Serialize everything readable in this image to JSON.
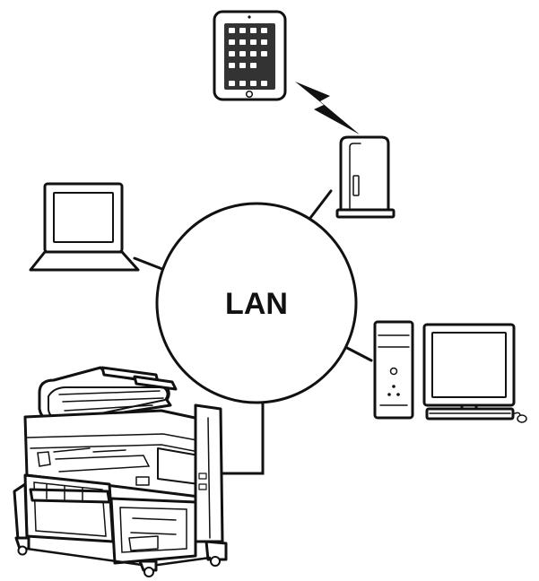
{
  "diagram": {
    "hub": {
      "label": "LAN"
    },
    "devices": [
      {
        "id": "tablet",
        "icon": "tablet-icon"
      },
      {
        "id": "wireless-router",
        "icon": "wireless-router-icon"
      },
      {
        "id": "laptop",
        "icon": "laptop-icon"
      },
      {
        "id": "desktop-pc",
        "icon": "desktop-computer-icon"
      },
      {
        "id": "large-format-printer",
        "icon": "large-format-printer-icon"
      }
    ],
    "links": [
      {
        "from": "tablet",
        "to": "wireless-router",
        "kind": "wireless"
      },
      {
        "from": "wireless-router",
        "to": "LAN",
        "kind": "wired"
      },
      {
        "from": "laptop",
        "to": "LAN",
        "kind": "wired"
      },
      {
        "from": "desktop-pc",
        "to": "LAN",
        "kind": "wired"
      },
      {
        "from": "large-format-printer",
        "to": "LAN",
        "kind": "wired"
      }
    ]
  }
}
